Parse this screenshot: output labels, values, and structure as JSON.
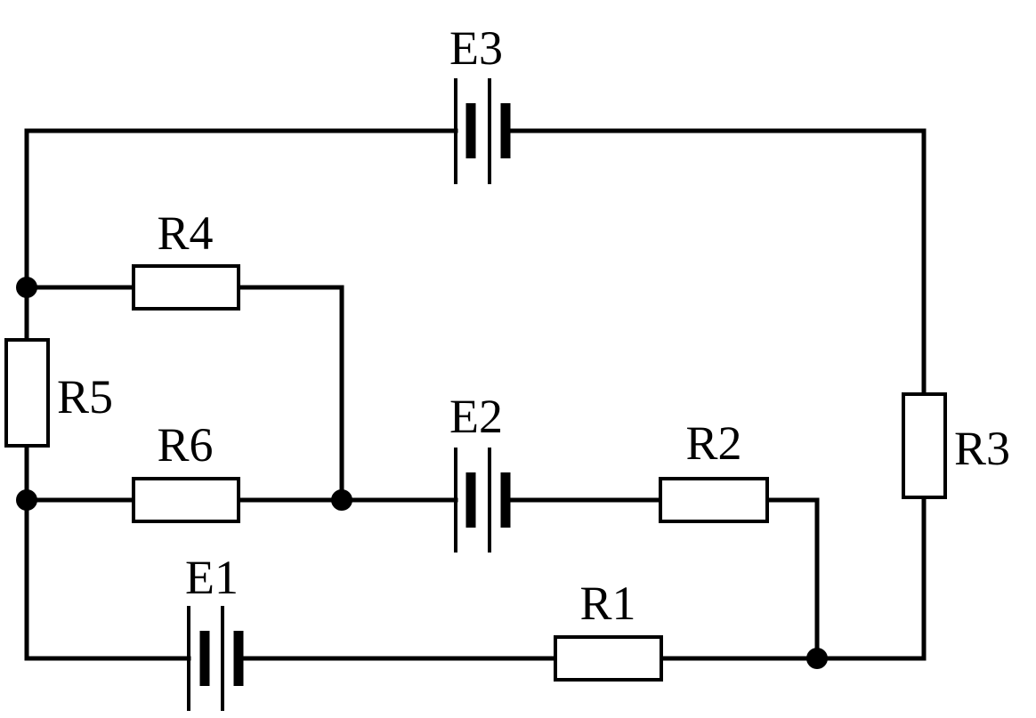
{
  "diagram": {
    "labels": {
      "E1": "E1",
      "E2": "E2",
      "E3": "E3",
      "R1": "R1",
      "R2": "R2",
      "R3": "R3",
      "R4": "R4",
      "R5": "R5",
      "R6": "R6"
    },
    "colors": {
      "stroke": "#000000",
      "background": "#ffffff"
    }
  }
}
